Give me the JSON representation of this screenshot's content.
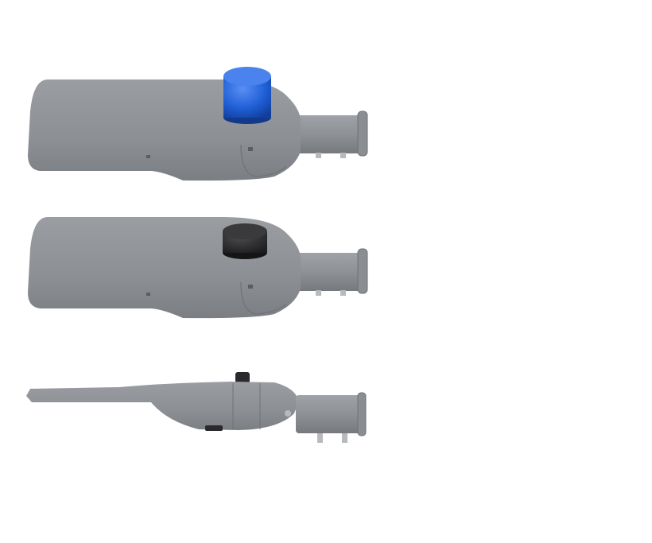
{
  "colors": {
    "background": "#ffffff",
    "housing": "#8e9196",
    "housing_dark": "#75787d",
    "housing_light": "#a3a6ab",
    "sensor_blue": "#1f5fd6",
    "sensor_black": "#2a2a2c"
  },
  "views": [
    {
      "name": "top-view-with-blue-sensor",
      "sensor": "blue"
    },
    {
      "name": "top-view-with-black-sensor",
      "sensor": "black"
    },
    {
      "name": "side-view",
      "sensor": "black"
    }
  ]
}
